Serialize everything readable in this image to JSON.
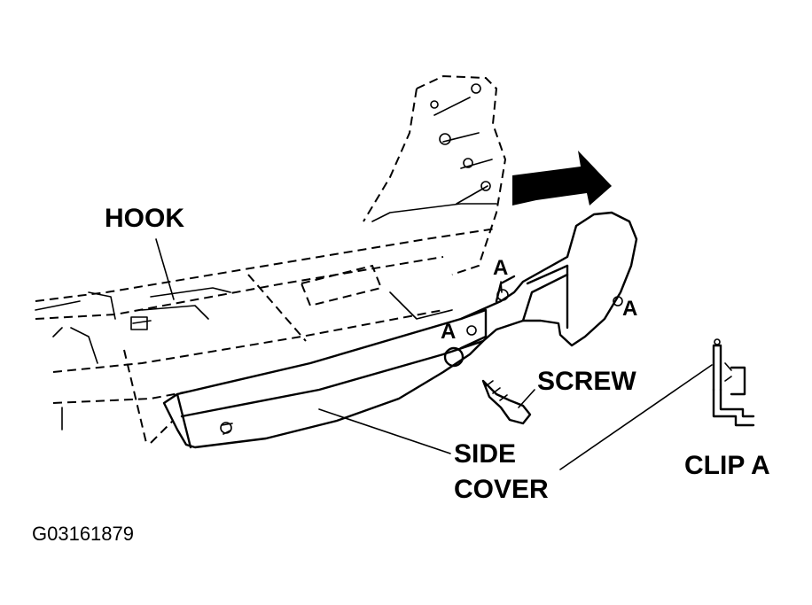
{
  "labels": {
    "hook": "HOOK",
    "screw": "SCREW",
    "side_cover_line1": "SIDE",
    "side_cover_line2": "COVER",
    "clip_a": "CLIP A",
    "a_top": "A",
    "a_right": "A",
    "a_mid": "A"
  },
  "figure_code": "G03161879",
  "colors": {
    "ink": "#000000",
    "background": "#ffffff"
  },
  "icons": {
    "direction_arrow": "removal-direction-arrow-icon"
  }
}
